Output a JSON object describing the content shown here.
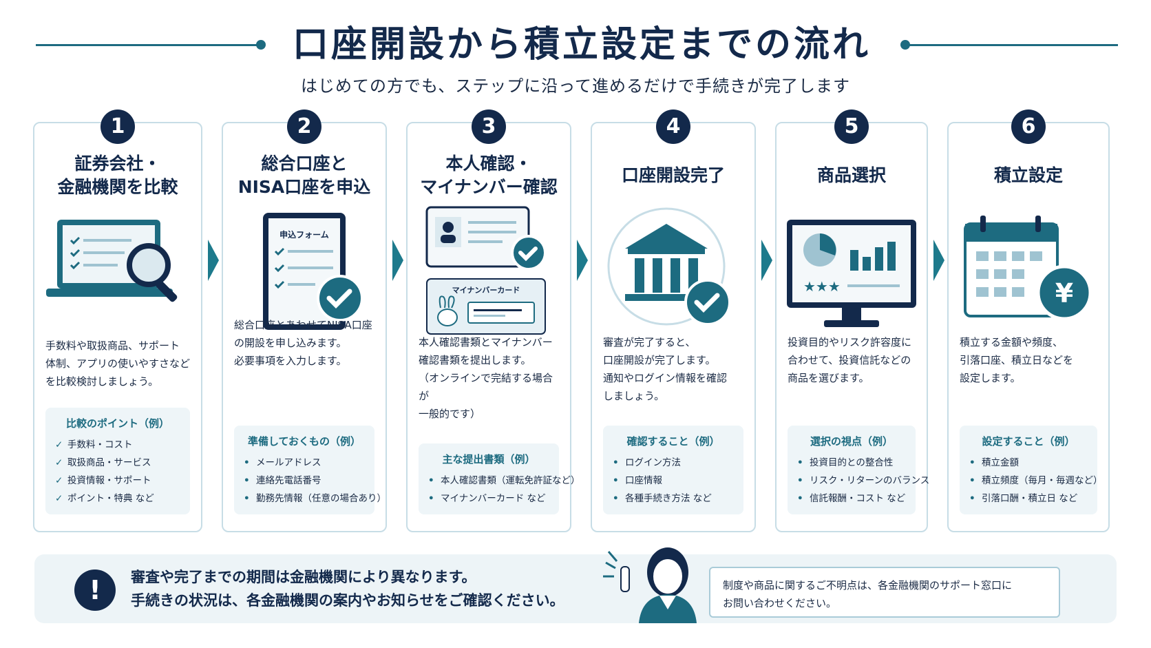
{
  "header": {
    "title": "口座開設から積立設定までの流れ",
    "subtitle": "はじめての方でも、ステップに沿って進めるだけで手続きが完了します"
  },
  "colors": {
    "navy": "#13294b",
    "teal": "#1d6b80",
    "panel": "#eef5f8",
    "border": "#c7dde6"
  },
  "steps": [
    {
      "number": "1",
      "title": "証券会社・\n金融機関を比較",
      "icon": "laptop-magnifier-icon",
      "description": "手数料や取扱商品、サポート\n体制、アプリの使いやすさなど\nを比較検討しましょう。",
      "points_title": "比較のポイント（例）",
      "points_marker": "check",
      "points": [
        "手数料・コスト",
        "取扱商品・サービス",
        "投資情報・サポート",
        "ポイント・特典 など"
      ]
    },
    {
      "number": "2",
      "title": "総合口座と\nNISA口座を申込",
      "icon": "application-form-icon",
      "form_label": "申込フォーム",
      "description": "総合口座とあわせてNISA口座\nの開設を申し込みます。\n必要事項を入力します。",
      "points_title": "準備しておくもの（例）",
      "points_marker": "bullet",
      "points": [
        "メールアドレス",
        "連絡先電話番号",
        "勤務先情報（任意の場合あり）"
      ]
    },
    {
      "number": "3",
      "title": "本人確認・\nマイナンバー確認",
      "icon": "id-card-icon",
      "card_label": "マイナンバーカード",
      "description": "本人確認書類とマイナンバー\n確認書類を提出します。\n（オンラインで完結する場合が\n一般的です）",
      "points_title": "主な提出書類（例）",
      "points_marker": "bullet",
      "points": [
        "本人確認書類（運転免許証など）",
        "マイナンバーカード など"
      ]
    },
    {
      "number": "4",
      "title": "口座開設完了",
      "icon": "bank-check-icon",
      "description": "審査が完了すると、\n口座開設が完了します。\n通知やログイン情報を確認\nしましょう。",
      "points_title": "確認すること（例）",
      "points_marker": "bullet",
      "points": [
        "ログイン方法",
        "口座情報",
        "各種手続き方法 など"
      ]
    },
    {
      "number": "5",
      "title": "商品選択",
      "icon": "monitor-chart-icon",
      "description": "投資目的やリスク許容度に\n合わせて、投資信託などの\n商品を選びます。",
      "points_title": "選択の視点（例）",
      "points_marker": "bullet",
      "points": [
        "投資目的との整合性",
        "リスク・リターンのバランス",
        "信託報酬・コスト など"
      ]
    },
    {
      "number": "6",
      "title": "積立設定",
      "icon": "calendar-yen-icon",
      "description": "積立する金額や頻度、\n引落口座、積立日などを\n設定します。",
      "points_title": "設定すること（例）",
      "points_marker": "bullet",
      "points": [
        "積立金額",
        "積立頻度（毎月・毎週など）",
        "引落口酬・積立日 など"
      ]
    }
  ],
  "notice": {
    "icon": "exclamation-icon",
    "line1": "審査や完了までの期間は金融機関により異なります。",
    "line2": "手続きの状況は、各金融機関の案内やお知らせをご確認ください。"
  },
  "help": {
    "line1": "制度や商品に関するご不明点は、各金融機関のサポート窓口に",
    "line2": "お問い合わせください。"
  }
}
